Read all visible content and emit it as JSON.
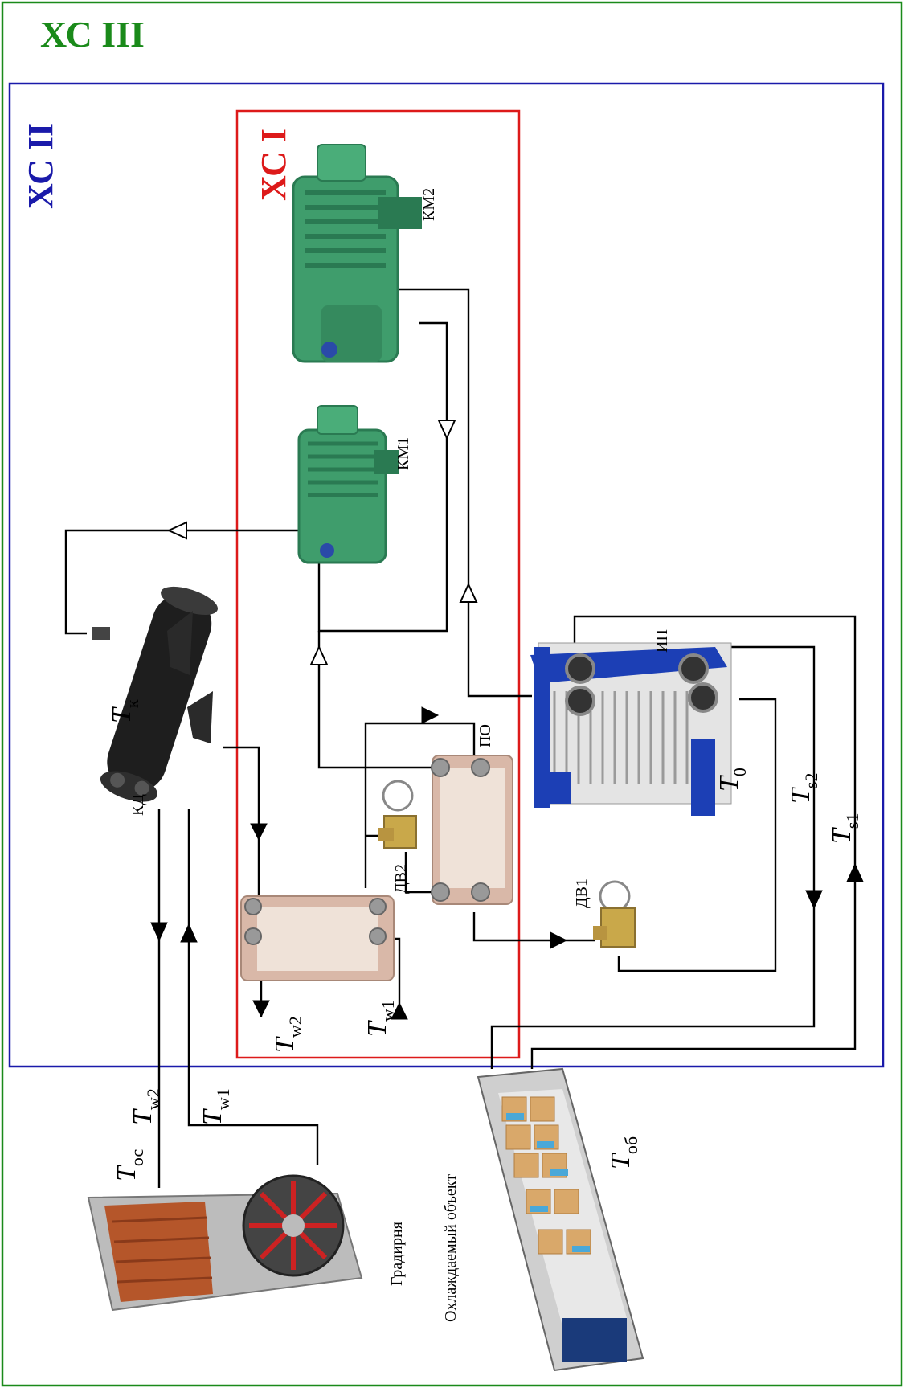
{
  "systems": {
    "xc3": {
      "label": "ХС III",
      "color": "#1a8a1a"
    },
    "xc2": {
      "label": "ХС II",
      "color": "#1a1aaa"
    },
    "xc1": {
      "label": "ХС I",
      "color": "#dd1a1a"
    }
  },
  "components": {
    "km2": "КМ2",
    "km1": "КМ1",
    "kd": "КД",
    "po": "ПО",
    "ip": "ИП",
    "dv1": "ДВ1",
    "dv2": "ДВ2",
    "gradirnya": "Градирня",
    "object": "Охлаждаемый объект"
  },
  "temperatures": {
    "tk": {
      "base": "T",
      "sub": "к"
    },
    "t0": {
      "base": "T",
      "sub": "0"
    },
    "ts1": {
      "base": "T",
      "sub": "s1"
    },
    "ts2": {
      "base": "T",
      "sub": "s2"
    },
    "tw1_inner": {
      "base": "T",
      "sub": "w1"
    },
    "tw2_inner": {
      "base": "T",
      "sub": "w2"
    },
    "tw1_outer": {
      "base": "T",
      "sub": "w1"
    },
    "tw2_outer": {
      "base": "T",
      "sub": "w2"
    },
    "toc": {
      "base": "T",
      "sub": "ос"
    },
    "tob": {
      "base": "T",
      "sub": "об"
    }
  },
  "colors": {
    "compressor": "#3f9d6c",
    "compressor_dark": "#2a7a52",
    "condenser": "#1e1e1e",
    "evaporator_frame": "#1c3fb5",
    "plate_hx": "#d9b8a8",
    "tower_fill": "#b5562a",
    "tower_fan": "#cc2222",
    "box": "#d9a86a",
    "box_blue": "#4aa8d8",
    "container": "#cfcfcf"
  }
}
